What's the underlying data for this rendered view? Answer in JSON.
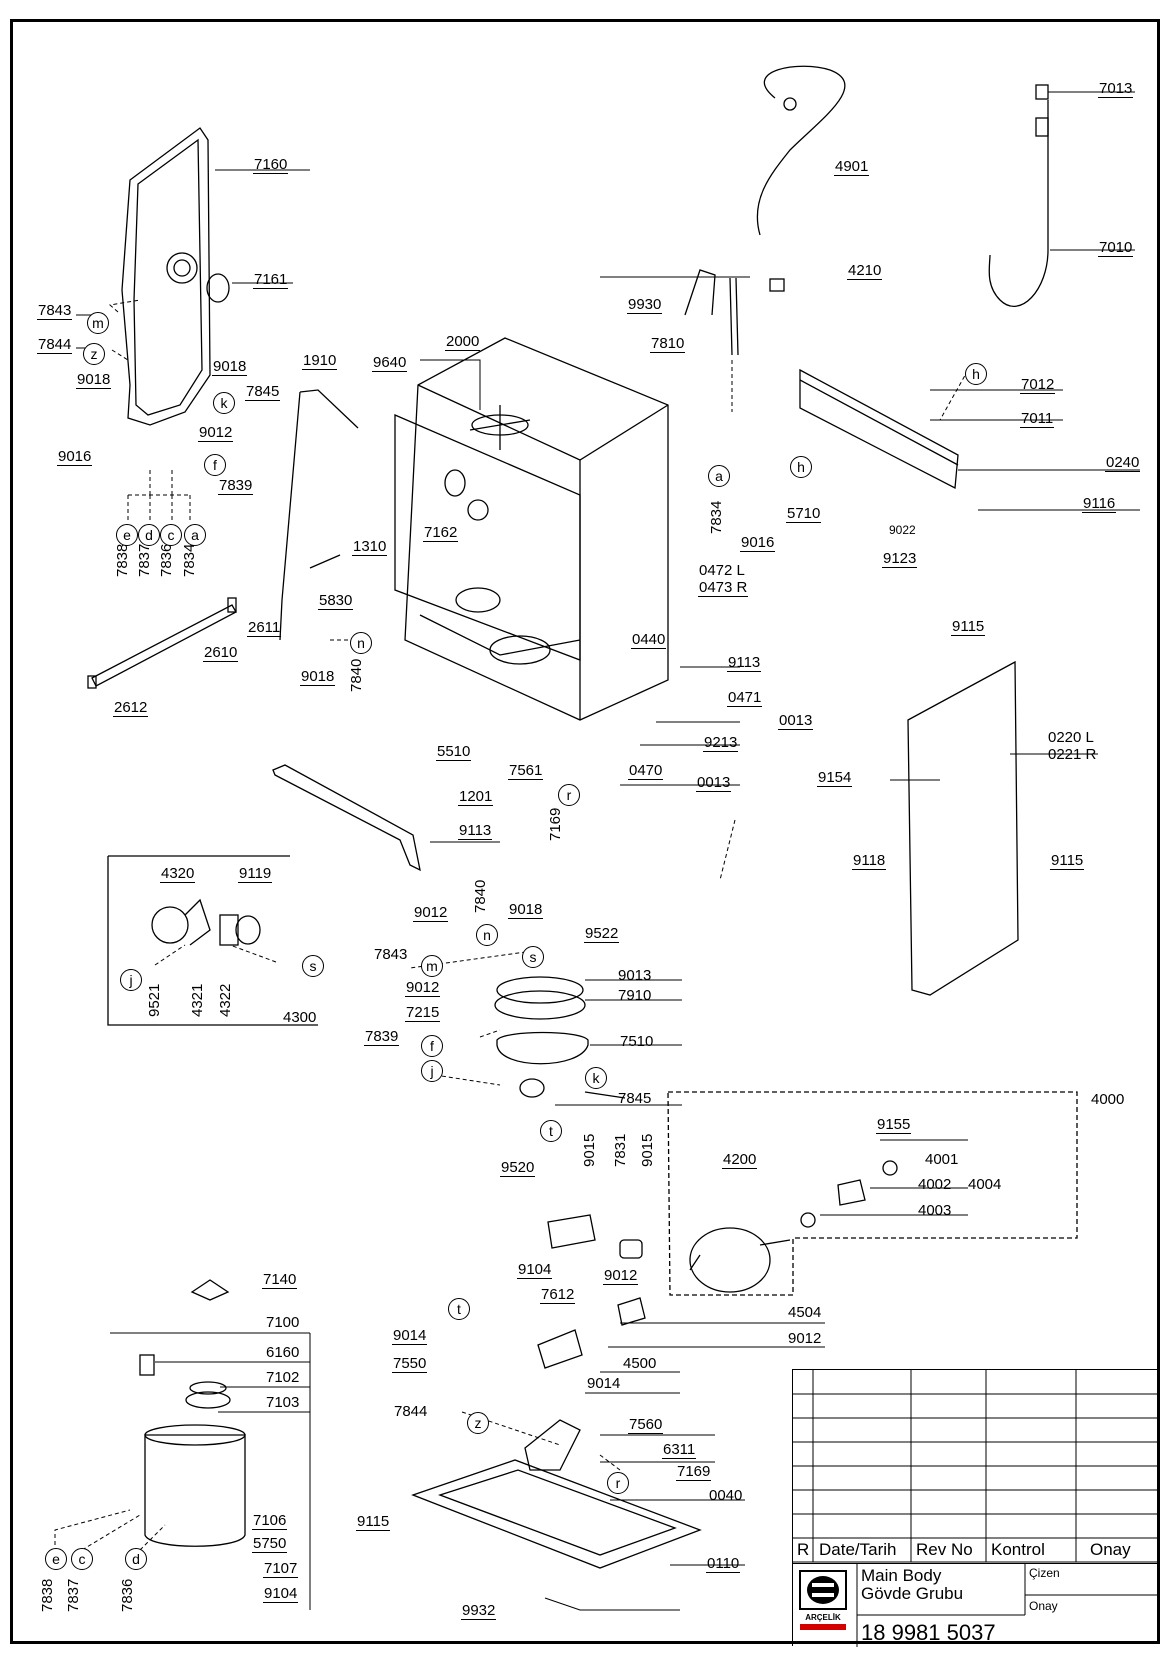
{
  "callouts": [
    {
      "id": "7160",
      "text": "7160"
    },
    {
      "id": "7161",
      "text": "7161"
    },
    {
      "id": "7843a",
      "text": "7843"
    },
    {
      "id": "7844a",
      "text": "7844"
    },
    {
      "id": "9018a",
      "text": "9018"
    },
    {
      "id": "9018b",
      "text": "9018"
    },
    {
      "id": "7845a",
      "text": "7845"
    },
    {
      "id": "9012a",
      "text": "9012"
    },
    {
      "id": "9016a",
      "text": "9016"
    },
    {
      "id": "7839a",
      "text": "7839"
    },
    {
      "id": "1910",
      "text": "1910"
    },
    {
      "id": "9640",
      "text": "9640"
    },
    {
      "id": "2000",
      "text": "2000"
    },
    {
      "id": "7162",
      "text": "7162"
    },
    {
      "id": "1310",
      "text": "1310"
    },
    {
      "id": "5830",
      "text": "5830"
    },
    {
      "id": "2611",
      "text": "2611"
    },
    {
      "id": "2610",
      "text": "2610"
    },
    {
      "id": "2612",
      "text": "2612"
    },
    {
      "id": "9018c",
      "text": "9018"
    },
    {
      "id": "4901",
      "text": "4901"
    },
    {
      "id": "4210",
      "text": "4210"
    },
    {
      "id": "9930a",
      "text": "9930"
    },
    {
      "id": "7810",
      "text": "7810"
    },
    {
      "id": "7013",
      "text": "7013"
    },
    {
      "id": "7010",
      "text": "7010"
    },
    {
      "id": "7012",
      "text": "7012"
    },
    {
      "id": "7011",
      "text": "7011"
    },
    {
      "id": "0240",
      "text": "0240"
    },
    {
      "id": "9116",
      "text": "9116"
    },
    {
      "id": "9016b",
      "text": "9016"
    },
    {
      "id": "5710",
      "text": "5710"
    },
    {
      "id": "9123",
      "text": "9123"
    },
    {
      "id": "0472",
      "text": "0472 L"
    },
    {
      "id": "0473",
      "text": "0473 R"
    },
    {
      "id": "0440",
      "text": "0440"
    },
    {
      "id": "9113a",
      "text": "9113"
    },
    {
      "id": "0471",
      "text": "0471"
    },
    {
      "id": "0013a",
      "text": "0013"
    },
    {
      "id": "9213",
      "text": "9213"
    },
    {
      "id": "0470",
      "text": "0470"
    },
    {
      "id": "0013b",
      "text": "0013"
    },
    {
      "id": "5510",
      "text": "5510"
    },
    {
      "id": "7561",
      "text": "7561"
    },
    {
      "id": "1201",
      "text": "1201"
    },
    {
      "id": "9113b",
      "text": "9113"
    },
    {
      "id": "9115a",
      "text": "9115"
    },
    {
      "id": "0220",
      "text": "0220 L"
    },
    {
      "id": "0221",
      "text": "0221 R"
    },
    {
      "id": "9154",
      "text": "9154"
    },
    {
      "id": "9118",
      "text": "9118"
    },
    {
      "id": "9115b",
      "text": "9115"
    },
    {
      "id": "4320",
      "text": "4320"
    },
    {
      "id": "9119",
      "text": "9119"
    },
    {
      "id": "4300",
      "text": "4300"
    },
    {
      "id": "9012b",
      "text": "9012"
    },
    {
      "id": "9018d",
      "text": "9018"
    },
    {
      "id": "7843b",
      "text": "7843"
    },
    {
      "id": "9522",
      "text": "9522"
    },
    {
      "id": "9012c",
      "text": "9012"
    },
    {
      "id": "9013",
      "text": "9013"
    },
    {
      "id": "7910",
      "text": "7910"
    },
    {
      "id": "7215",
      "text": "7215"
    },
    {
      "id": "7839b",
      "text": "7839"
    },
    {
      "id": "7510",
      "text": "7510"
    },
    {
      "id": "7845b",
      "text": "7845"
    },
    {
      "id": "4000",
      "text": "4000"
    },
    {
      "id": "9155",
      "text": "9155"
    },
    {
      "id": "4001",
      "text": "4001"
    },
    {
      "id": "4002",
      "text": "4002"
    },
    {
      "id": "4004",
      "text": "4004"
    },
    {
      "id": "4003",
      "text": "4003"
    },
    {
      "id": "4200",
      "text": "4200"
    },
    {
      "id": "9520",
      "text": "9520"
    },
    {
      "id": "9104a",
      "text": "9104"
    },
    {
      "id": "7612",
      "text": "7612"
    },
    {
      "id": "9012d",
      "text": "9012"
    },
    {
      "id": "4504",
      "text": "4504"
    },
    {
      "id": "9012e",
      "text": "9012"
    },
    {
      "id": "9014a",
      "text": "9014"
    },
    {
      "id": "7550",
      "text": "7550"
    },
    {
      "id": "4500",
      "text": "4500"
    },
    {
      "id": "9014b",
      "text": "9014"
    },
    {
      "id": "7140",
      "text": "7140"
    },
    {
      "id": "7100",
      "text": "7100"
    },
    {
      "id": "6160",
      "text": "6160"
    },
    {
      "id": "7102",
      "text": "7102"
    },
    {
      "id": "7103",
      "text": "7103"
    },
    {
      "id": "7106",
      "text": "7106"
    },
    {
      "id": "5750",
      "text": "5750"
    },
    {
      "id": "7107",
      "text": "7107"
    },
    {
      "id": "9104b",
      "text": "9104"
    },
    {
      "id": "7844b",
      "text": "7844"
    },
    {
      "id": "7560",
      "text": "7560"
    },
    {
      "id": "6311",
      "text": "6311"
    },
    {
      "id": "7169a",
      "text": "7169"
    },
    {
      "id": "0040",
      "text": "0040"
    },
    {
      "id": "9115c",
      "text": "9115"
    },
    {
      "id": "0110",
      "text": "0110"
    },
    {
      "id": "9932",
      "text": "9932"
    },
    {
      "id": "9022",
      "text": "9022"
    }
  ],
  "vertical_callouts": [
    {
      "id": "7838a",
      "text": "7838"
    },
    {
      "id": "7837a",
      "text": "7837"
    },
    {
      "id": "7836a",
      "text": "7836"
    },
    {
      "id": "7834a",
      "text": "7834"
    },
    {
      "id": "7840a",
      "text": "7840"
    },
    {
      "id": "7834b",
      "text": "7834"
    },
    {
      "id": "7169b",
      "text": "7169"
    },
    {
      "id": "7840b",
      "text": "7840"
    },
    {
      "id": "9521",
      "text": "9521"
    },
    {
      "id": "4321",
      "text": "4321"
    },
    {
      "id": "4322",
      "text": "4322"
    },
    {
      "id": "9015a",
      "text": "9015"
    },
    {
      "id": "7831",
      "text": "7831"
    },
    {
      "id": "9015b",
      "text": "9015"
    },
    {
      "id": "7838b",
      "text": "7838"
    },
    {
      "id": "7837b",
      "text": "7837"
    },
    {
      "id": "7836b",
      "text": "7836"
    }
  ],
  "letter_markers": [
    {
      "id": "m1",
      "text": "m"
    },
    {
      "id": "z1",
      "text": "z"
    },
    {
      "id": "k1",
      "text": "k"
    },
    {
      "id": "f1",
      "text": "f"
    },
    {
      "id": "e1",
      "text": "e"
    },
    {
      "id": "d1",
      "text": "d"
    },
    {
      "id": "c1",
      "text": "c"
    },
    {
      "id": "a1",
      "text": "a"
    },
    {
      "id": "n1",
      "text": "n"
    },
    {
      "id": "a2",
      "text": "a"
    },
    {
      "id": "h1",
      "text": "h"
    },
    {
      "id": "h2",
      "text": "h"
    },
    {
      "id": "r1",
      "text": "r"
    },
    {
      "id": "j1",
      "text": "j"
    },
    {
      "id": "s1",
      "text": "s"
    },
    {
      "id": "n2",
      "text": "n"
    },
    {
      "id": "s2",
      "text": "s"
    },
    {
      "id": "m2",
      "text": "m"
    },
    {
      "id": "f2",
      "text": "f"
    },
    {
      "id": "j2",
      "text": "j"
    },
    {
      "id": "k2",
      "text": "k"
    },
    {
      "id": "t1",
      "text": "t"
    },
    {
      "id": "t2",
      "text": "t"
    },
    {
      "id": "z2",
      "text": "z"
    },
    {
      "id": "r2",
      "text": "r"
    },
    {
      "id": "e2",
      "text": "e"
    },
    {
      "id": "c2",
      "text": "c"
    },
    {
      "id": "d2",
      "text": "d"
    }
  ],
  "title_block": {
    "rev_letter": "R",
    "col_date": "Date/Tarih",
    "col_rev": "Rev No",
    "col_kontrol": "Kontrol",
    "col_onay": "Onay",
    "title_en": "Main Body",
    "title_tr": "Gövde Grubu",
    "cizen": "Çizen",
    "onay": "Onay",
    "drawing_number": "18 9981 5037",
    "brand": "ARÇELİK",
    "brand_color": "#d40000"
  }
}
